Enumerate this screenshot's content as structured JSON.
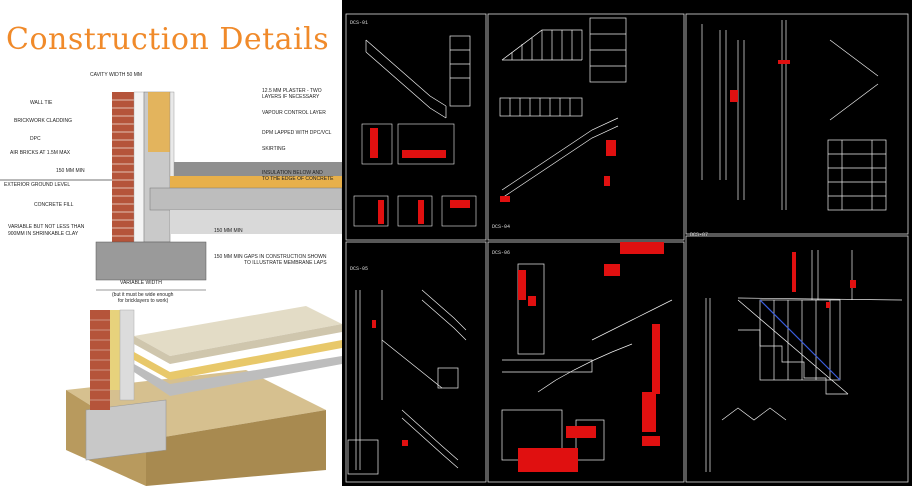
{
  "title": "Construction Details",
  "section_labels": {
    "cavity_width": "CAVITY WIDTH 50 MM",
    "wall_tie": "WALL TIE",
    "brickwork_cladding": "BRICKWORK CLADDING",
    "dpc": "DPC",
    "air_bricks": "AIR BRICKS AT 1.5M MAX",
    "mm150_top": "150 MM MIN",
    "exterior_ground": "EXTERIOR GROUND LEVEL",
    "concrete_fill": "CONCRETE FILL",
    "variable_depth_1": "VARIABLE BUT NOT LESS THAN",
    "variable_depth_2": "900MM IN SHRINKABLE CLAY",
    "plaster_1": "12.5 MM PLASTER - TWO",
    "plaster_2": "LAYERS IF NECESSARY",
    "vapour": "VAPOUR CONTROL LAYER",
    "dpm": "DPM LAPPED WITH DPC/VCL",
    "skirting": "SKIRTING",
    "insulation_1": "INSULATION BELOW AND",
    "insulation_2": "TO THE EDGE OF CONCRETE",
    "mm150_mid": "150 MM MIN",
    "mm150_bottom": "150 MM MIN",
    "gaps_1": "GAPS IN CONSTRUCTION SHOWN",
    "gaps_2": "TO ILLUSTRATE MEMBRANE LAPS",
    "variable_width_1": "VARIABLE WIDTH",
    "variable_width_2": "(but it must be wide enough",
    "variable_width_3": "for bricklayers to work)"
  },
  "sheet_labels": {
    "s1": "DCS-01",
    "s4": "DCS-04",
    "s5": "DCS-05",
    "s6": "DCS-06",
    "s7": "DCS-07"
  },
  "colors": {
    "title_orange": "#f08a2a",
    "brick": "#b5543a",
    "insulation": "#e8b04a",
    "concrete": "#a8a8a8",
    "cad_bg": "#000000",
    "cad_red": "#e01010",
    "cad_white": "#f0f0f0"
  }
}
